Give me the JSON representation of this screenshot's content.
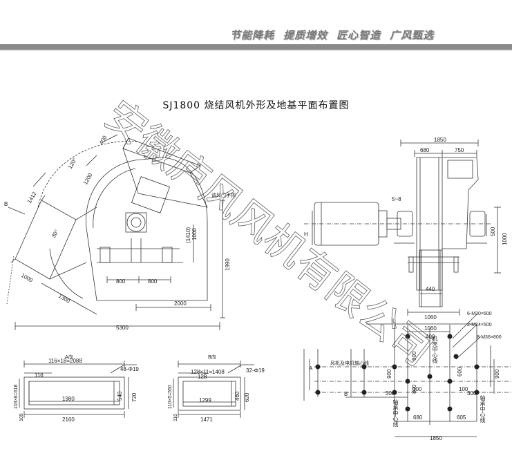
{
  "banner": {
    "slogans": [
      "节能降耗",
      "提质增效",
      "匠心智造",
      "广风甄选"
    ]
  },
  "title": "SJ1800 烧结风机外形及地基平面布置图",
  "watermark": "安徽庐风风机有限公司",
  "side_view": {
    "dims": {
      "d400": "400",
      "d120": "120°",
      "d1200": "1200",
      "d1412": "1412",
      "d30": "30°",
      "d1000": "1000",
      "d1300": "1300",
      "d800a": "800",
      "d800b": "800",
      "d2000": "2000",
      "d5300": "5300",
      "d1990": "1990",
      "d1000v": "1000",
      "d1410": "(1410)",
      "b_label": "B"
    },
    "note": "调风门手把"
  },
  "front_view": {
    "dims": {
      "d1850": "1850",
      "d680": "680",
      "d750": "750",
      "d5_8": "5~8",
      "h": "H",
      "d500": "500",
      "d1000": "1000",
      "d440": "440",
      "d1060": "1060"
    }
  },
  "section_a": {
    "label": "A向",
    "dims": {
      "top": "116×18=2088",
      "d116": "116",
      "holes": "48-Φ19",
      "inner": "1980",
      "outer": "2160",
      "d540": "540",
      "d720": "720",
      "left_v": "103×6=618",
      "d109": "109"
    }
  },
  "section_b": {
    "label": "B向",
    "dims": {
      "top": "128×11=1408",
      "d128": "128",
      "holes": "32-Φ19",
      "inner": "1299",
      "outer": "1471",
      "d460": "460",
      "d620": "620",
      "left_v": "110×5=550",
      "d110": "110"
    }
  },
  "foundation": {
    "dims": {
      "l": "L",
      "d1060": "1060",
      "d400": "400",
      "d300a": "300",
      "d100a": "100",
      "d100b": "100",
      "d300b": "300",
      "d680": "680",
      "d605": "605",
      "d1850": "1850",
      "d600": "600",
      "d800": "800",
      "d900": "900",
      "d600b": "600",
      "d900b": "900",
      "a": "A",
      "b": "B",
      "bolt1": "6-M30×600",
      "bolt2": "2-M24×500",
      "bolt3": "8-M36×800"
    },
    "labels": {
      "fan_motor_axis": "风机及电机轴心线",
      "casing_center": "机壳中心线",
      "bearing_center_a": "轴承中心线",
      "bearing_center_b": "轴承中心线"
    }
  }
}
